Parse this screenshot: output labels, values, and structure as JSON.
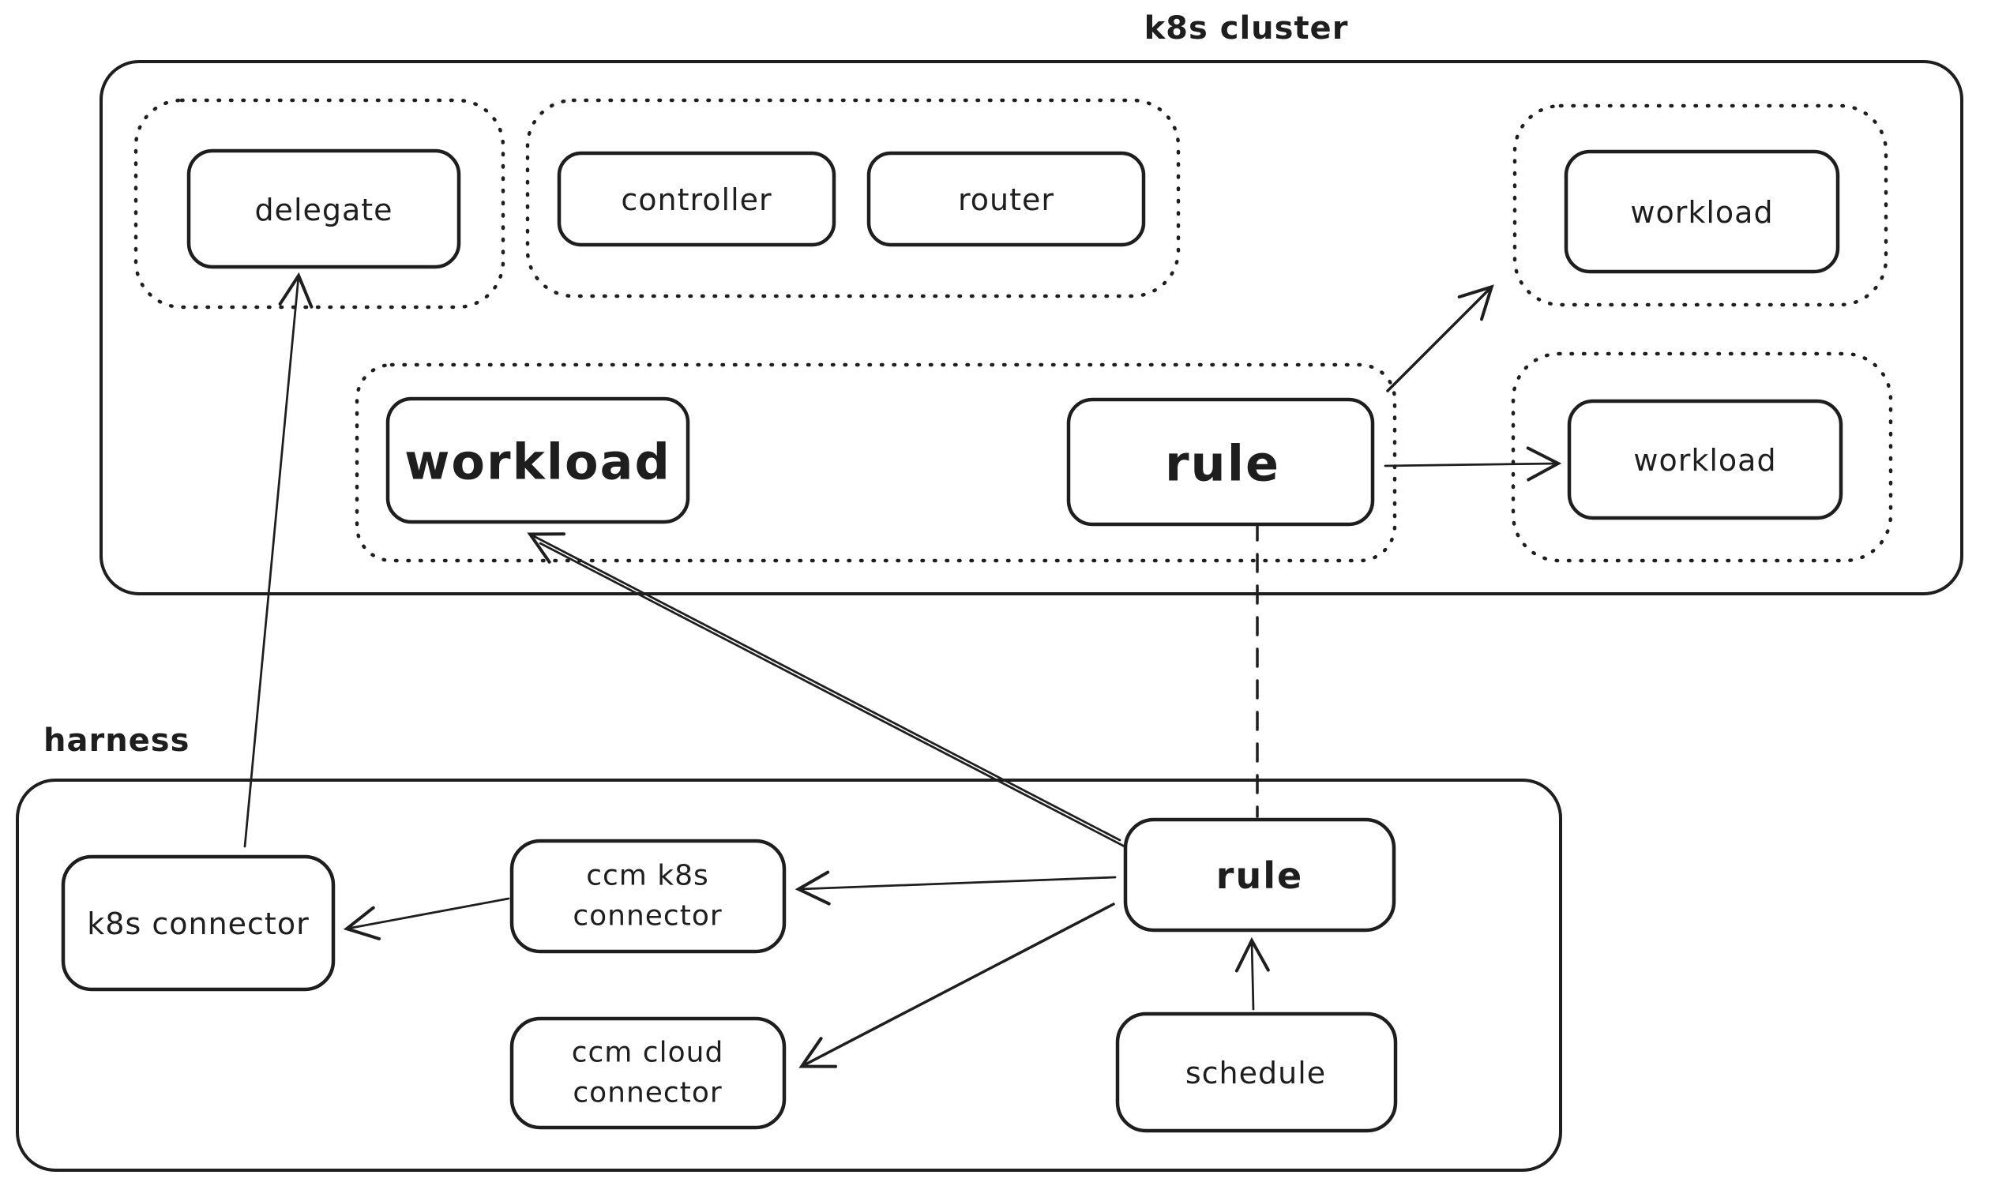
{
  "canvas": {
    "background": "#ffffff",
    "ink": "#1e1e1e",
    "accent_red": "#e03131"
  },
  "clusters": {
    "k8s": {
      "label": "k8s cluster"
    },
    "harness": {
      "label": "harness"
    }
  },
  "nodes": {
    "delegate": {
      "label": "delegate"
    },
    "controller": {
      "label": "controller",
      "color": "#e03131"
    },
    "router": {
      "label": "router",
      "color": "#e03131"
    },
    "workload_top_right": {
      "label": "workload"
    },
    "workload_main": {
      "label": "workload"
    },
    "rule_k8s": {
      "label": "rule"
    },
    "workload_right": {
      "label": "workload"
    },
    "k8s_connector": {
      "label": "k8s connector"
    },
    "ccm_k8s_connector": {
      "lines": [
        "ccm k8s",
        "connector"
      ]
    },
    "ccm_cloud_connector": {
      "lines": [
        "ccm cloud",
        "connector"
      ]
    },
    "rule_harness": {
      "label": "rule"
    },
    "schedule": {
      "label": "schedule"
    }
  },
  "edges": [
    {
      "from": "k8s_connector",
      "to": "delegate",
      "style": "solid-arrow"
    },
    {
      "from": "rule_harness",
      "to": "workload_main",
      "style": "solid-double-arrow"
    },
    {
      "from": "rule_k8s",
      "to": "workload_top_right",
      "style": "solid-arrow"
    },
    {
      "from": "rule_k8s",
      "to": "workload_right",
      "style": "solid-arrow"
    },
    {
      "from": "rule_k8s",
      "to": "rule_harness",
      "style": "dashed"
    },
    {
      "from": "schedule",
      "to": "rule_harness",
      "style": "solid-arrow"
    },
    {
      "from": "rule_harness",
      "to": "ccm_k8s_connector",
      "style": "solid-arrow"
    },
    {
      "from": "rule_harness",
      "to": "ccm_cloud_connector",
      "style": "solid-arrow"
    },
    {
      "from": "ccm_k8s_connector",
      "to": "k8s_connector",
      "style": "solid-arrow"
    }
  ]
}
